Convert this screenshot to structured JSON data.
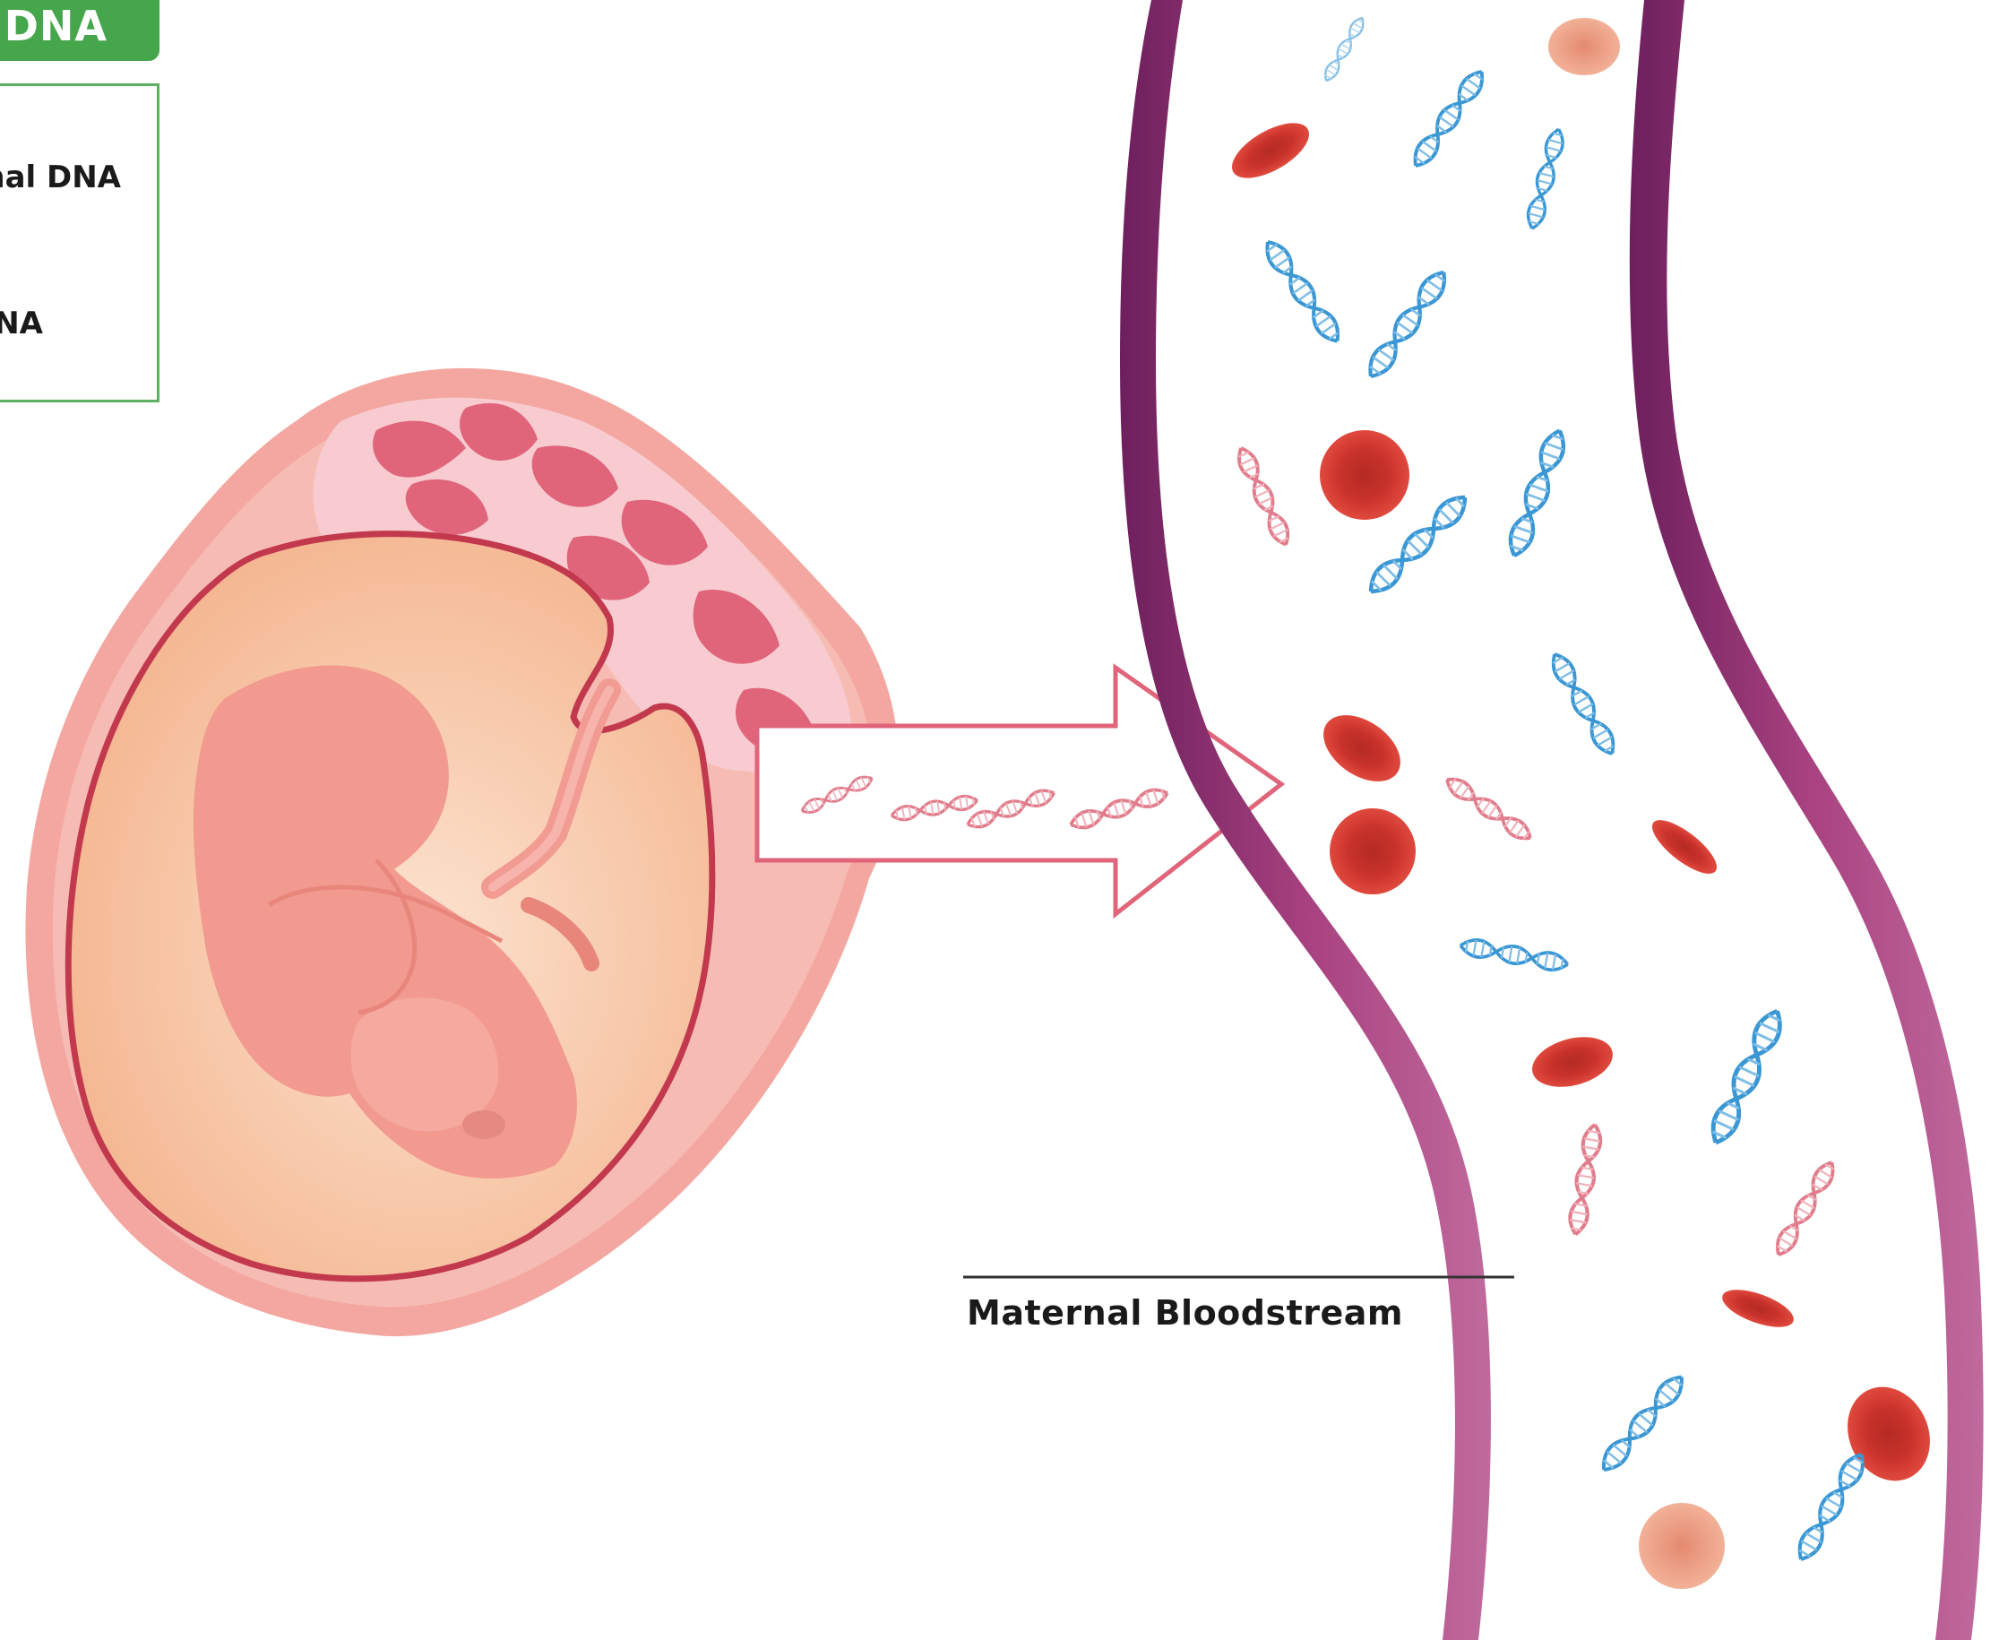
{
  "legend": {
    "title": "DNA",
    "items": [
      {
        "label": "nal DNA",
        "color": "#e17c8c"
      },
      {
        "label": "DNA",
        "color": "#3a97d4"
      }
    ]
  },
  "labels": {
    "bloodstream": "Maternal Bloodstream"
  },
  "colors": {
    "legend_green": "#46a64b",
    "uterus": "#f3a7a0",
    "placenta": "#e0647a",
    "amniotic": "#f8c9a6",
    "fetus": "#f29a8f",
    "vessel_wall": "#8e2f6e",
    "fetal_dna": "#e17c8c",
    "maternal_dna": "#3a97d4",
    "red_blood_cell": "#d93a30"
  }
}
